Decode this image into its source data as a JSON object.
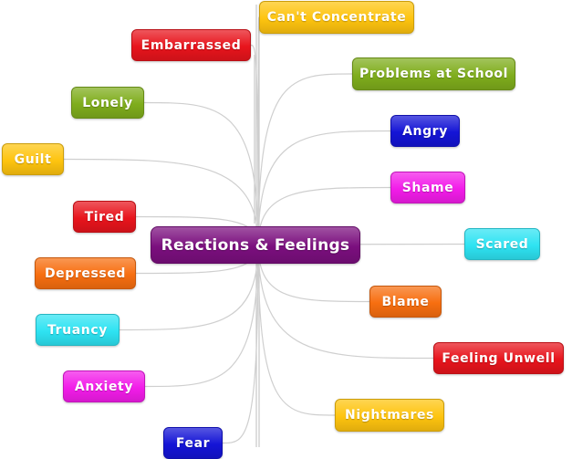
{
  "center": {
    "label": "Reactions & Feelings",
    "color": "#7b0f7e"
  },
  "nodes": [
    {
      "id": "cant-concentrate",
      "label": "Can't Concentrate",
      "color": "#fec40f"
    },
    {
      "id": "embarrassed",
      "label": "Embarrassed",
      "color": "#e8141c"
    },
    {
      "id": "problems-at-school",
      "label": "Problems at School",
      "color": "#7fad1c"
    },
    {
      "id": "lonely",
      "label": "Lonely",
      "color": "#7fad1c"
    },
    {
      "id": "angry",
      "label": "Angry",
      "color": "#1414d6"
    },
    {
      "id": "guilt",
      "label": "Guilt",
      "color": "#fec40f"
    },
    {
      "id": "shame",
      "label": "Shame",
      "color": "#f21ce9"
    },
    {
      "id": "tired",
      "label": "Tired",
      "color": "#e8141c"
    },
    {
      "id": "scared",
      "label": "Scared",
      "color": "#2ee3f2"
    },
    {
      "id": "depressed",
      "label": "Depressed",
      "color": "#f76e10"
    },
    {
      "id": "blame",
      "label": "Blame",
      "color": "#f76e10"
    },
    {
      "id": "truancy",
      "label": "Truancy",
      "color": "#2ee3f2"
    },
    {
      "id": "feeling-unwell",
      "label": "Feeling Unwell",
      "color": "#e8141c"
    },
    {
      "id": "anxiety",
      "label": "Anxiety",
      "color": "#f21ce9"
    },
    {
      "id": "nightmares",
      "label": "Nightmares",
      "color": "#fec40f"
    },
    {
      "id": "fear",
      "label": "Fear",
      "color": "#1414d6"
    }
  ]
}
